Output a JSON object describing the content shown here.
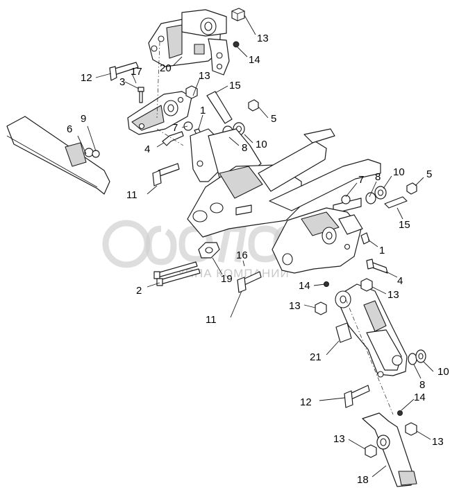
{
  "watermark": {
    "text": "УППА КОМПАНИЙ"
  },
  "corner_mark": "",
  "callouts": [
    {
      "id": "c13a",
      "label": "13"
    },
    {
      "id": "c14a",
      "label": "14"
    },
    {
      "id": "c20",
      "label": "20"
    },
    {
      "id": "c12a",
      "label": "12"
    },
    {
      "id": "c17",
      "label": "17"
    },
    {
      "id": "c3",
      "label": "3"
    },
    {
      "id": "c13b",
      "label": "13"
    },
    {
      "id": "c15a",
      "label": "15"
    },
    {
      "id": "c9",
      "label": "9"
    },
    {
      "id": "c6",
      "label": "6"
    },
    {
      "id": "c1a",
      "label": "1"
    },
    {
      "id": "c5a",
      "label": "5"
    },
    {
      "id": "c7a",
      "label": "7"
    },
    {
      "id": "c4a",
      "label": "4"
    },
    {
      "id": "c8a",
      "label": "8"
    },
    {
      "id": "c10a",
      "label": "10"
    },
    {
      "id": "c11a",
      "label": "11"
    },
    {
      "id": "c8b",
      "label": "8"
    },
    {
      "id": "c10b",
      "label": "10"
    },
    {
      "id": "c5b",
      "label": "5"
    },
    {
      "id": "c7b",
      "label": "7"
    },
    {
      "id": "c15b",
      "label": "15"
    },
    {
      "id": "c1b",
      "label": "1"
    },
    {
      "id": "c16",
      "label": "16"
    },
    {
      "id": "c19",
      "label": "19"
    },
    {
      "id": "c2",
      "label": "2"
    },
    {
      "id": "c4b",
      "label": "4"
    },
    {
      "id": "c14b",
      "label": "14"
    },
    {
      "id": "c13c",
      "label": "13"
    },
    {
      "id": "c13d",
      "label": "13"
    },
    {
      "id": "c11b",
      "label": "11"
    },
    {
      "id": "c21",
      "label": "21"
    },
    {
      "id": "c10c",
      "label": "10"
    },
    {
      "id": "c8c",
      "label": "8"
    },
    {
      "id": "c12b",
      "label": "12"
    },
    {
      "id": "c14c",
      "label": "14"
    },
    {
      "id": "c13e",
      "label": "13"
    },
    {
      "id": "c13f",
      "label": "13"
    },
    {
      "id": "c18",
      "label": "18"
    }
  ]
}
